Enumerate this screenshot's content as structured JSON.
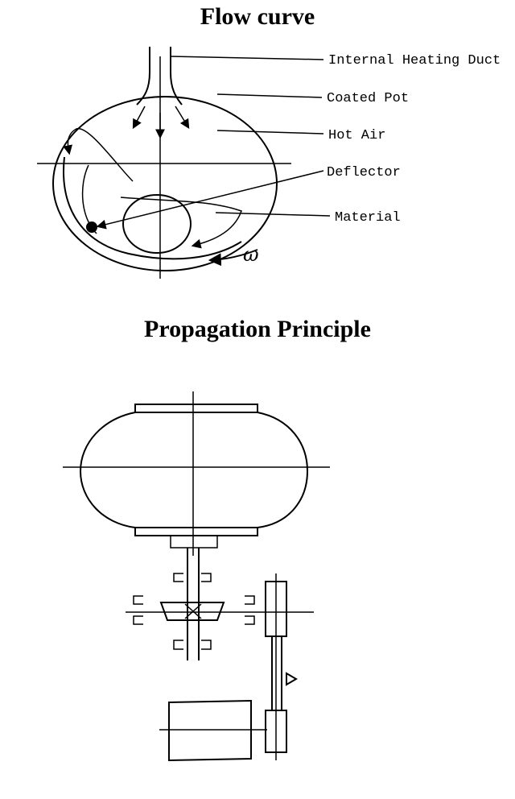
{
  "flow_curve": {
    "title": "Flow curve",
    "labels": {
      "internal_heating_duct": "Internal Heating Duct",
      "coated_pot": "Coated Pot",
      "hot_air": "Hot Air",
      "deflector": "Deflector",
      "material": "Material",
      "omega": "ω"
    }
  },
  "propagation_principle": {
    "title": "Propagation Principle"
  }
}
